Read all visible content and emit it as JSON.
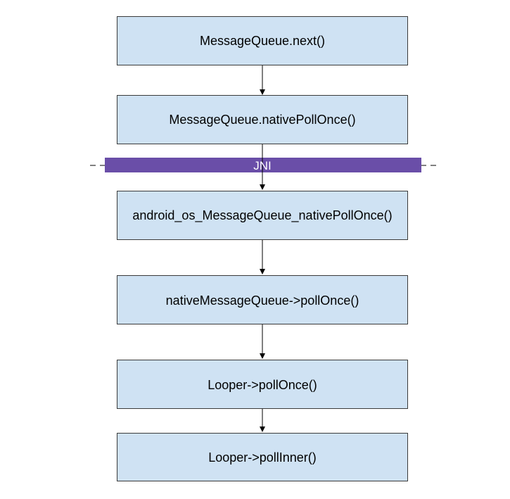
{
  "nodes": [
    {
      "id": "n1",
      "label": "MessageQueue.next()"
    },
    {
      "id": "n2",
      "label": "MessageQueue.nativePollOnce()"
    },
    {
      "id": "n3",
      "label": "android_os_MessageQueue_nativePollOnce()"
    },
    {
      "id": "n4",
      "label": "nativeMessageQueue->pollOnce()"
    },
    {
      "id": "n5",
      "label": "Looper->pollOnce()"
    },
    {
      "id": "n6",
      "label": "Looper->pollInner()"
    }
  ],
  "edges": [
    {
      "from": "n1",
      "to": "n2"
    },
    {
      "from": "n2",
      "to": "n3"
    },
    {
      "from": "n3",
      "to": "n4"
    },
    {
      "from": "n4",
      "to": "n5"
    },
    {
      "from": "n5",
      "to": "n6"
    }
  ],
  "boundary": {
    "label": "JNI",
    "between": [
      "n2",
      "n3"
    ]
  },
  "colors": {
    "node_fill": "#cfe2f3",
    "node_border": "#3a3a3a",
    "boundary_fill": "#6a4ea8",
    "boundary_text": "#ffffff"
  }
}
